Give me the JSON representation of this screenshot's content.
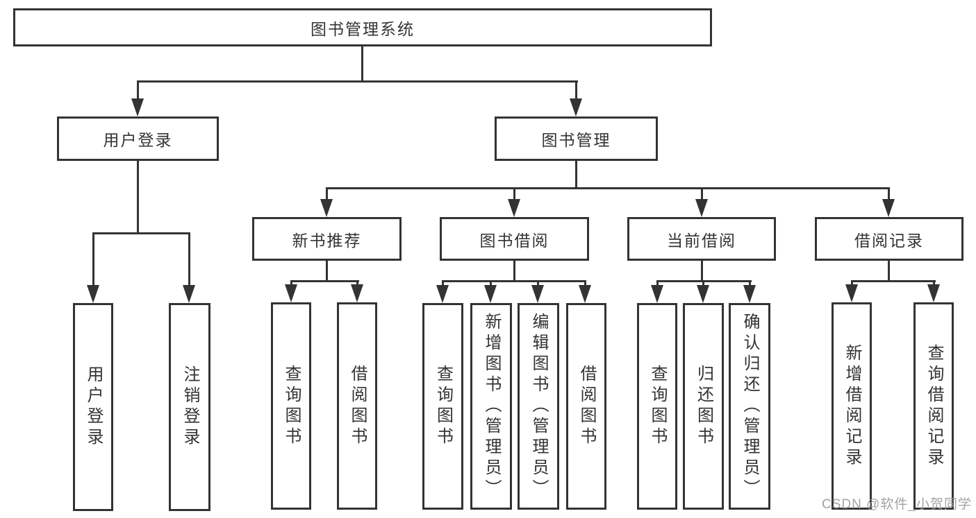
{
  "colors": {
    "line": "#333333",
    "text": "#333333",
    "background": "#ffffff",
    "watermark": "#9e9e9e"
  },
  "watermark": "CSDN @软件_小贺同学",
  "tree": {
    "root": {
      "label": "图书管理系统"
    },
    "branches": [
      {
        "label": "用户登录",
        "children": [
          {
            "label": "用户登录"
          },
          {
            "label": "注销登录"
          }
        ]
      },
      {
        "label": "图书管理",
        "children": [
          {
            "label": "新书推荐",
            "children": [
              {
                "label": "查询图书"
              },
              {
                "label": "借阅图书"
              }
            ]
          },
          {
            "label": "图书借阅",
            "children": [
              {
                "label": "查询图书"
              },
              {
                "label": "新增图书（管理员）"
              },
              {
                "label": "编辑图书（管理员）"
              },
              {
                "label": "借阅图书"
              }
            ]
          },
          {
            "label": "当前借阅",
            "children": [
              {
                "label": "查询图书"
              },
              {
                "label": "归还图书"
              },
              {
                "label": "确认归还（管理员）"
              }
            ]
          },
          {
            "label": "借阅记录",
            "children": [
              {
                "label": "新增借阅记录"
              },
              {
                "label": "查询借阅记录"
              }
            ]
          }
        ]
      }
    ]
  }
}
